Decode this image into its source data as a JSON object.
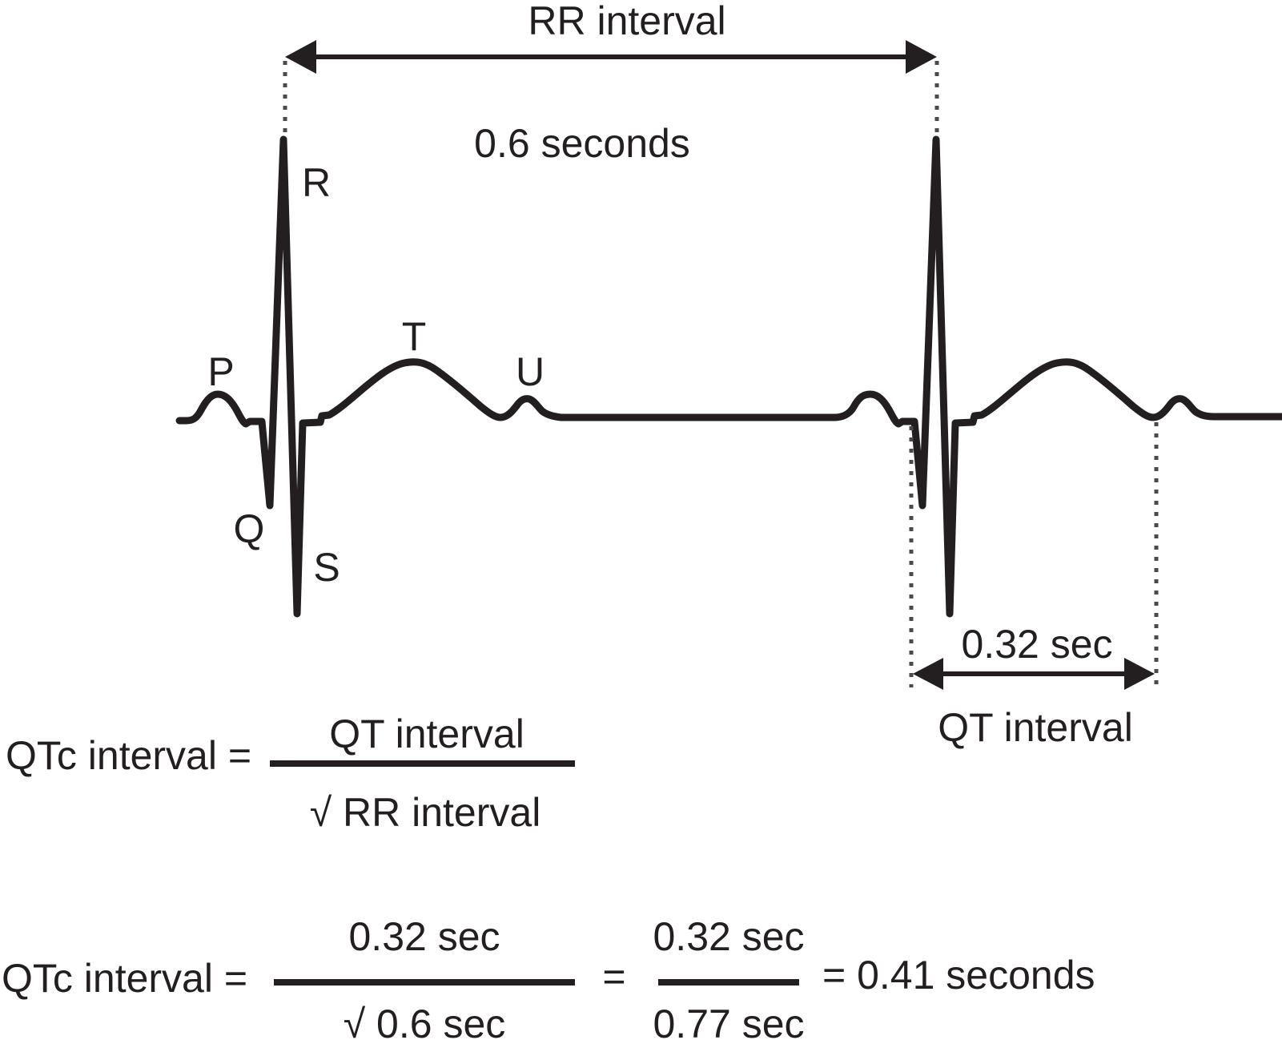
{
  "figure": {
    "rr": {
      "label": "RR interval",
      "duration": "0.6 seconds"
    },
    "waves": {
      "p": "P",
      "q": "Q",
      "r": "R",
      "s": "S",
      "t": "T",
      "u": "U"
    },
    "qt": {
      "duration": "0.32 sec",
      "label": "QT interval"
    }
  },
  "formula_general": {
    "lhs": "QTc interval =",
    "numerator": "QT interval",
    "denominator": "√ RR interval"
  },
  "formula_worked": {
    "lhs": "QTc interval =",
    "fraction1": {
      "numerator": "0.32 sec",
      "denominator": "√ 0.6 sec"
    },
    "equals": "=",
    "fraction2": {
      "numerator": "0.32 sec",
      "denominator": "0.77 sec"
    },
    "result": "= 0.41 seconds"
  },
  "colors": {
    "ink": "#231f20",
    "dotted": "#4a4a4a",
    "background": "#ffffff"
  }
}
